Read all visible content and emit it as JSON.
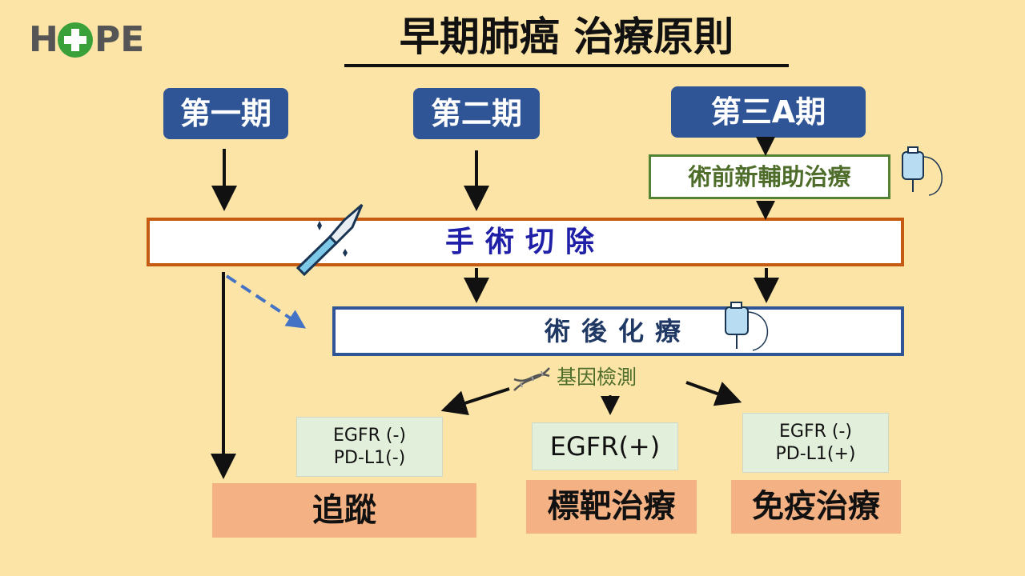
{
  "logo": {
    "text_left": "H",
    "text_right": "PE"
  },
  "title": "早期肺癌 治療原則",
  "stages": [
    "第一期",
    "第二期",
    "第三A期"
  ],
  "neoadjuvant": "術前新輔助治療",
  "surgery": "手術切除",
  "adjuvant_chemo": "術後化療",
  "gene_test": "基因檢測",
  "mutations": {
    "neg_neg": [
      "EGFR (-)",
      "PD-L1(-)"
    ],
    "egfr_pos": "EGFR(+)",
    "neg_pos": [
      "EGFR (-)",
      "PD-L1(+)"
    ]
  },
  "treatments": {
    "follow": "追蹤",
    "targeted": "標靶治療",
    "immuno": "免疫治療"
  },
  "colors": {
    "background": "#fce4a6",
    "stage_box": "#2f5597",
    "surgery_border": "#c55a11",
    "treatment_fill": "#f4b183",
    "mutation_fill": "#e2efda"
  }
}
